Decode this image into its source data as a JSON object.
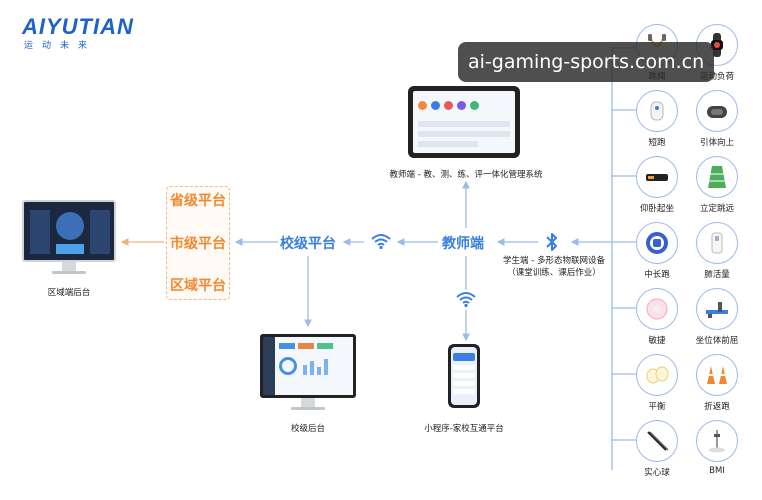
{
  "logo": {
    "text": "AIYUTIAN",
    "subtitle": "运动未来"
  },
  "watermark": "ai-gaming-sports.com.cn",
  "platforms": {
    "province": "省级平台",
    "city": "市级平台",
    "district": "区域平台"
  },
  "school_platform": "校级平台",
  "teacher_terminal": "教师端",
  "captions": {
    "district_backend": "区域端后台",
    "school_backend": "校级后台",
    "teacher_system": "教师端 - 教、测、练、评一体化管理系统",
    "mini_program": "小程序-家校互通平台",
    "student_terminal_line1": "学生端 - 多形态物联网设备",
    "student_terminal_line2": "（课堂训练、课后作业）"
  },
  "devices": [
    {
      "label": "跳绳",
      "icon": "jump-rope-icon"
    },
    {
      "label": "运动负荷",
      "icon": "smartwatch-icon"
    },
    {
      "label": "短跑",
      "icon": "sprint-sensor-icon"
    },
    {
      "label": "引体向上",
      "icon": "pull-up-sensor-icon"
    },
    {
      "label": "仰卧起坐",
      "icon": "sit-up-mat-icon"
    },
    {
      "label": "立定跳远",
      "icon": "long-jump-mat-icon"
    },
    {
      "label": "中长跑",
      "icon": "wristband-icon"
    },
    {
      "label": "肺活量",
      "icon": "spirometer-icon"
    },
    {
      "label": "敏捷",
      "icon": "agility-pad-icon"
    },
    {
      "label": "坐位体前屈",
      "icon": "sit-and-reach-icon"
    },
    {
      "label": "平衡",
      "icon": "balance-pad-icon"
    },
    {
      "label": "折返跑",
      "icon": "cones-icon"
    },
    {
      "label": "实心球",
      "icon": "medicine-ball-icon"
    },
    {
      "label": "BMI",
      "icon": "height-scale-icon"
    }
  ],
  "colors": {
    "accent_blue": "#3a7fe0",
    "accent_orange": "#f08a30",
    "line_blue": "#9cbbe8"
  }
}
